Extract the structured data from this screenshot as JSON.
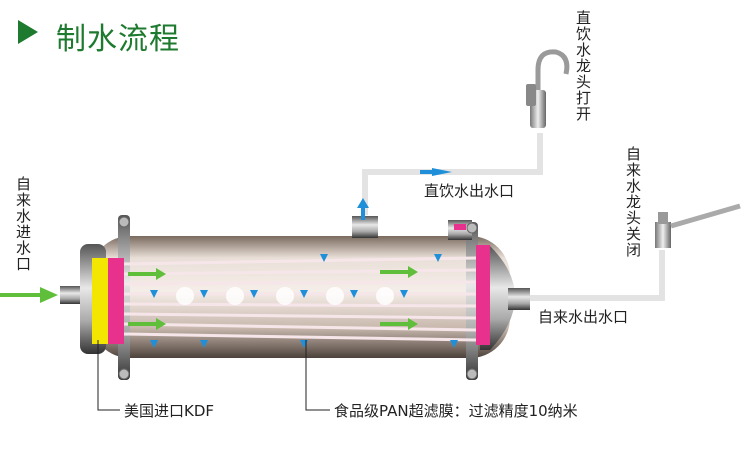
{
  "title": "制水流程",
  "labels": {
    "direct_faucet_open": "直饮水龙头打开",
    "tap_faucet_closed": "自来水龙头关闭",
    "tap_water_inlet": "自来水进水口",
    "direct_water_outlet": "直饮水出水口",
    "tap_water_outlet": "自来水出水口",
    "kdf": "美国进口KDF",
    "membrane": "食品级PAN超滤膜：过滤精度10纳米"
  },
  "colors": {
    "title": "#1e7a2e",
    "pipe": "#e6e6e6",
    "flow_arrow_blue": "#1e8fd8",
    "flow_arrow_green": "#5fbf3a",
    "kdf_yellow": "#f3e600",
    "membrane_pink": "#e8318c"
  }
}
